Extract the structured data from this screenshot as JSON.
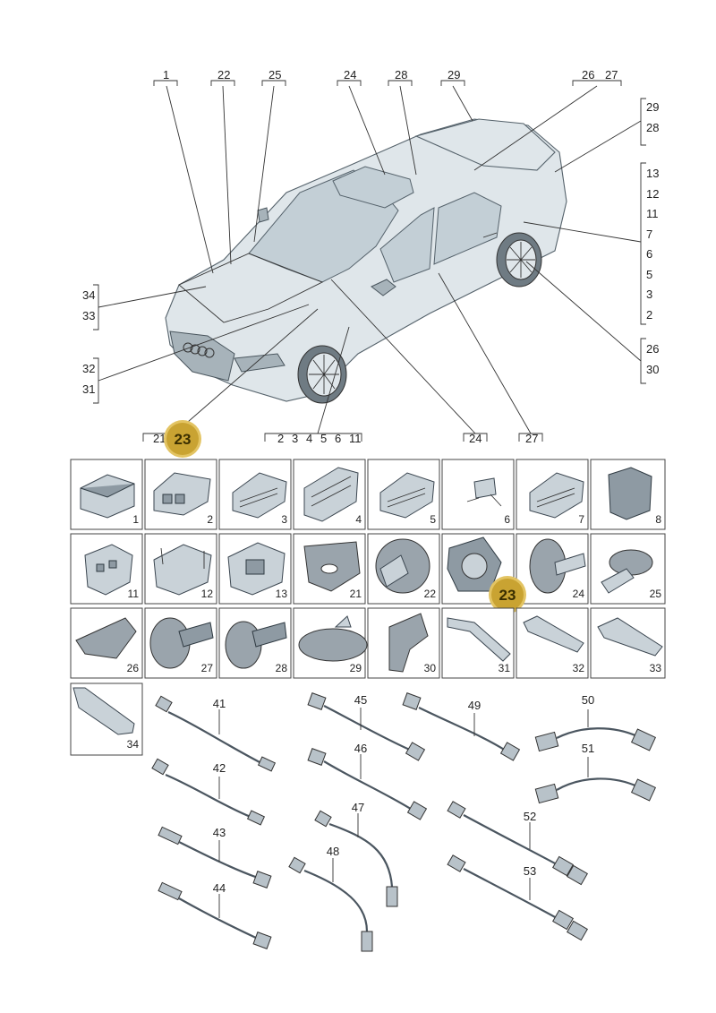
{
  "badge_label": "23",
  "car_callouts": {
    "top": [
      "1",
      "22",
      "25",
      "24",
      "28",
      "29",
      "26",
      "27"
    ],
    "right_group_a": [
      "29",
      "28"
    ],
    "right_group_b": [
      "13",
      "12",
      "11",
      "7",
      "6",
      "5",
      "3",
      "2"
    ],
    "right_group_c": [
      "26",
      "30"
    ],
    "left_group_a": [
      "34",
      "33"
    ],
    "left_group_b": [
      "32",
      "31"
    ],
    "bottom_left": "21",
    "bottom_middle": [
      "2",
      "3",
      "4",
      "5",
      "6",
      "11"
    ],
    "bottom_24": "24",
    "bottom_27": "27"
  },
  "grid_parts": [
    "1",
    "2",
    "3",
    "4",
    "5",
    "6",
    "7",
    "8",
    "11",
    "12",
    "13",
    "21",
    "22",
    "23",
    "24",
    "25",
    "26",
    "27",
    "28",
    "29",
    "30",
    "31",
    "32",
    "33",
    "34"
  ],
  "cable_parts": [
    "41",
    "42",
    "43",
    "44",
    "45",
    "46",
    "47",
    "48",
    "49",
    "50",
    "51",
    "52",
    "53"
  ],
  "colors": {
    "badge": "#c9a332",
    "badge_ring": "#e3c463"
  }
}
